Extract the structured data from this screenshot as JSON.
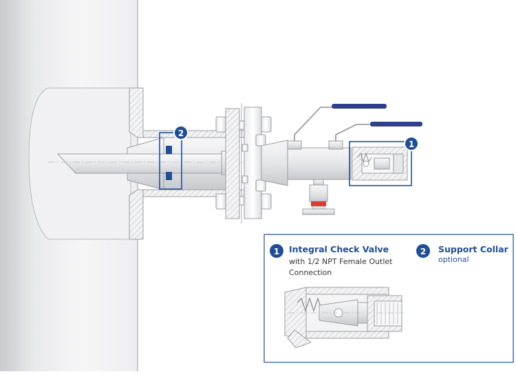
{
  "colors": {
    "accent": "#1f4e96",
    "handle": "#2e3f8f",
    "red_band": "#d93a32",
    "pipe_light": "#f4f4f5",
    "pipe_shade": "#d8d9dc",
    "outline": "#9a9ca2"
  },
  "callouts": [
    {
      "number": "1"
    },
    {
      "number": "2"
    }
  ],
  "legend": {
    "item1": {
      "number": "1",
      "title": "Integral Check Valve",
      "line1": "with 1/2 NPT Female Outlet",
      "line2": "Connection"
    },
    "item2": {
      "number": "2",
      "title": "Support Collar",
      "subtitle": "optional"
    }
  },
  "icons": [
    "callout-badge-icon",
    "check-valve-detail-icon"
  ]
}
